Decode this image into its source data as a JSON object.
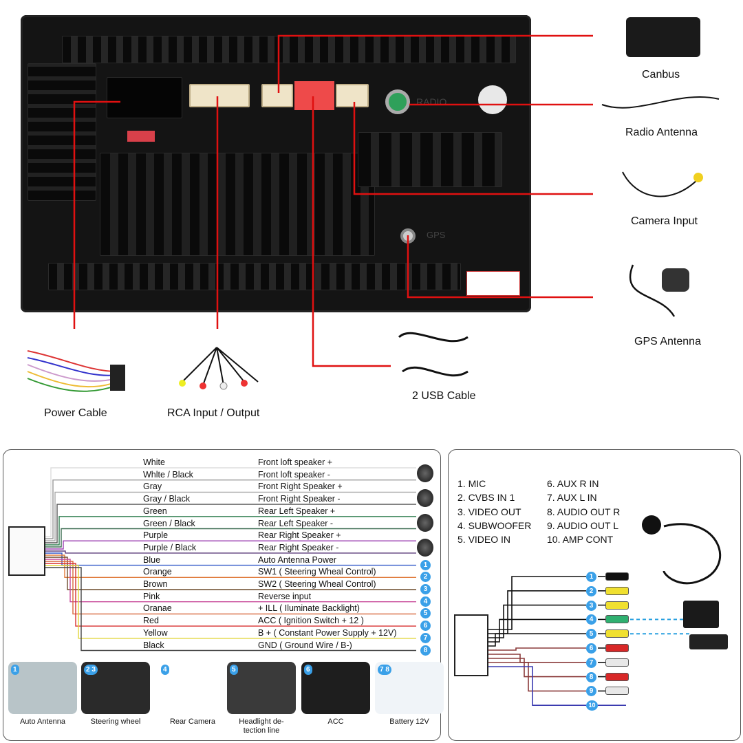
{
  "top": {
    "accessories": [
      {
        "label": "Canbus"
      },
      {
        "label": "Radio Antenna"
      },
      {
        "label": "Camera Input"
      },
      {
        "label": "GPS Antenna"
      },
      {
        "label": "2 USB Cable"
      },
      {
        "label": "Power Cable"
      },
      {
        "label": "RCA Input / Output"
      }
    ],
    "unit_marks": {
      "radio": "RADIO",
      "gps": "GPS"
    }
  },
  "wiring": {
    "rows": [
      {
        "color": "White",
        "function": "Front loft speaker  +",
        "wire": "#dddddd"
      },
      {
        "color": "Whlte / Black",
        "function": "Front loft speaker  -",
        "wire": "#999999"
      },
      {
        "color": "Gray",
        "function": "Front Right Speaker +",
        "wire": "#aaaaaa"
      },
      {
        "color": "Gray / Black",
        "function": "Front Right Speaker -",
        "wire": "#555555"
      },
      {
        "color": "Green",
        "function": "Rear Left Speaker +",
        "wire": "#2e7d4f"
      },
      {
        "color": "Green / Black",
        "function": "Rear Left Speaker -",
        "wire": "#3a6b50"
      },
      {
        "color": "Purple",
        "function": "Rear Right Speaker +",
        "wire": "#9b3fb0"
      },
      {
        "color": "Purple / Black",
        "function": "Rear Right Speaker -",
        "wire": "#5a3a7a"
      },
      {
        "color": "Blue",
        "function": "Auto Antenna Power",
        "wire": "#2f56c8",
        "num": "1"
      },
      {
        "color": "Orange",
        "function": "SW1 ( Steering Wheal Control)",
        "wire": "#e07a3a",
        "num": "2"
      },
      {
        "color": "Brown",
        "function": "SW2 ( Steering Wheal Control)",
        "wire": "#6b4a2a",
        "num": "3"
      },
      {
        "color": "Pink",
        "function": "Reverse input",
        "wire": "#c84a9a",
        "num": "4"
      },
      {
        "color": "Oranae",
        "function": "+ ILL ( Iluminate Backlight)",
        "wire": "#d8663a",
        "num": "5"
      },
      {
        "color": "Red",
        "function": "ACC ( Ignition Switch + 12 )",
        "wire": "#d83030",
        "num": "6"
      },
      {
        "color": "Yellow",
        "function": "B + ( Constant Power Supply + 12V)",
        "wire": "#e2d63a",
        "num": "7"
      },
      {
        "color": "Black",
        "function": "GND ( Ground Wire / B-)",
        "wire": "#444444",
        "num": "8"
      }
    ],
    "thumbnails": [
      {
        "nums": "1",
        "label": "Auto Antenna"
      },
      {
        "nums": "2 3",
        "label": "Steering wheel"
      },
      {
        "nums": "4",
        "label": "Rear Camera"
      },
      {
        "nums": "5",
        "label": "Headlight de-\ntection line"
      },
      {
        "nums": "6",
        "label": "ACC"
      },
      {
        "nums": "7 8",
        "label": "Battery 12V"
      }
    ]
  },
  "rca": {
    "list_left": [
      "1. MIC",
      "2. CVBS IN 1",
      "3. VIDEO OUT",
      "4. SUBWOOFER",
      "5. VIDEO IN"
    ],
    "list_right": [
      "6. AUX R IN",
      "7. AUX L IN",
      "8. AUDIO OUT R",
      "9. AUDIO OUT L",
      "10. AMP CONT"
    ],
    "plugs": [
      {
        "num": "1",
        "color": "#111111"
      },
      {
        "num": "2",
        "color": "#f0e030"
      },
      {
        "num": "3",
        "color": "#f0e030"
      },
      {
        "num": "4",
        "color": "#2fb070"
      },
      {
        "num": "5",
        "color": "#f0e030"
      },
      {
        "num": "6",
        "color": "#d82828"
      },
      {
        "num": "7",
        "color": "#e8e8e8"
      },
      {
        "num": "8",
        "color": "#d82828"
      },
      {
        "num": "9",
        "color": "#e8e8e8"
      },
      {
        "num": "10",
        "color": "#3a3ab0"
      }
    ]
  }
}
